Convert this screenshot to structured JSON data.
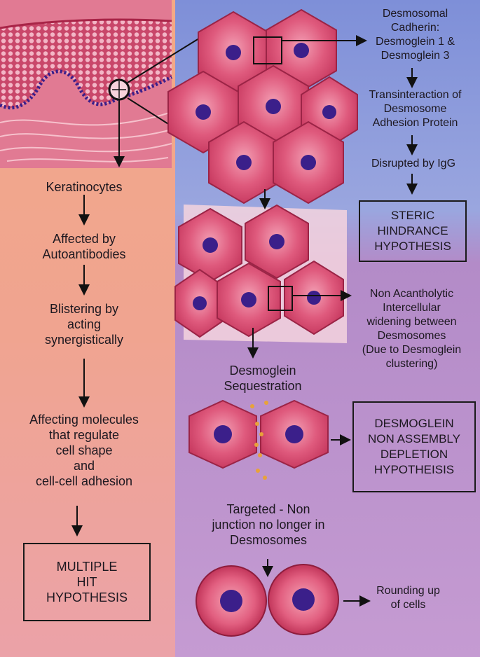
{
  "left_column": {
    "keratinocytes": "Keratinocytes",
    "affected": "Affected by\nAutoantibodies",
    "blistering": "Blistering by\nacting\nsynergistically",
    "molecules": "Affecting molecules\nthat regulate\ncell shape\nand\ncell-cell adhesion",
    "multiple_hit_box": "MULTIPLE\nHIT\nHYPOTHESIS"
  },
  "right_column": {
    "cadherin": "Desmosomal\nCadherin:\nDesmoglein 1 &\nDesmoglein 3",
    "transinteraction": "Transinteraction of\nDesmosome\nAdhesion Protein",
    "disrupted": "Disrupted by IgG",
    "steric_box": "STERIC\nHINDRANCE\nHYPOTHESIS",
    "non_acantholytic": "Non Acantholytic\nIntercellular\nwidening between\nDesmosomes\n(Due to Desmoglein\nclustering)",
    "sequestration": "Desmoglein\nSequestration",
    "depletion_box": "DESMOGLEIN\nNON ASSEMBLY\nDEPLETION\nHYPOTHEISIS",
    "targeted": "Targeted - Non\njunction no longer in\nDesmosomes",
    "rounding": "Rounding up\nof cells"
  },
  "colors": {
    "cell_fill": "#d9486f",
    "cell_light": "#ee8aa3",
    "nucleus": "#3b1f8a",
    "arrow": "#111111",
    "sky": "#7f92d6",
    "peach": "#f2a98c",
    "lavender": "#b58bc7"
  }
}
